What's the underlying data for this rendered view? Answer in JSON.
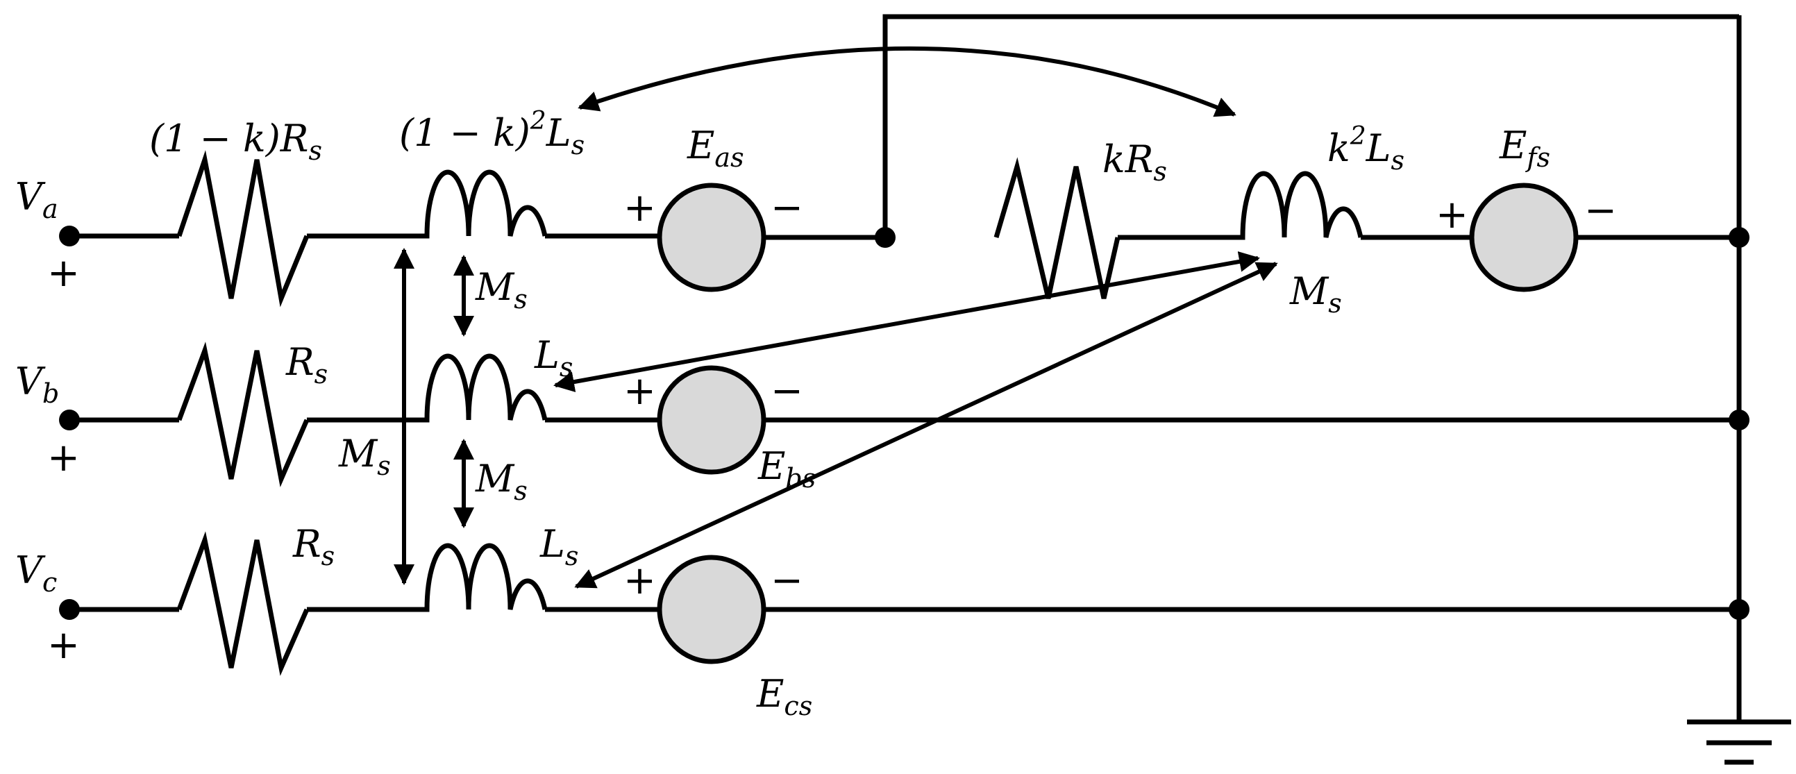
{
  "terminals": {
    "a": {
      "main": "V",
      "sub": "a",
      "polarity": "+"
    },
    "b": {
      "main": "V",
      "sub": "b",
      "polarity": "+"
    },
    "c": {
      "main": "V",
      "sub": "c",
      "polarity": "+"
    }
  },
  "labels": {
    "r_a": {
      "main": "(1 − k)R",
      "sub": "s"
    },
    "l_a": {
      "main": "(1 − k)",
      "sup": "2",
      "main2": "L",
      "sub": "s"
    },
    "r_b": {
      "main": "R",
      "sub": "s"
    },
    "r_c": {
      "main": "R",
      "sub": "s"
    },
    "l_b": {
      "main": "L",
      "sub": "s"
    },
    "l_c": {
      "main": "L",
      "sub": "s"
    },
    "m_ab": {
      "main": "M",
      "sub": "s"
    },
    "m_bc": {
      "main": "M",
      "sub": "s"
    },
    "m_ac": {
      "main": "M",
      "sub": "s"
    },
    "m_f": {
      "main": "M",
      "sub": "s"
    },
    "r_f": {
      "main": "kR",
      "sub": "s"
    },
    "l_f": {
      "main": "k",
      "sup": "2",
      "main2": "L",
      "sub": "s"
    }
  },
  "sources": {
    "as": {
      "main": "E",
      "sub": "as",
      "plus": "+",
      "minus": "−"
    },
    "bs": {
      "main": "E",
      "sub": "bs",
      "plus": "+",
      "minus": "−"
    },
    "cs": {
      "main": "E",
      "sub": "cs",
      "plus": "+",
      "minus": "−"
    },
    "fs": {
      "main": "E",
      "sub": "fs",
      "plus": "+",
      "minus": "−"
    }
  },
  "colors": {
    "wire": "#000000",
    "source_fill": "#d9d9d9",
    "background": "#ffffff"
  }
}
